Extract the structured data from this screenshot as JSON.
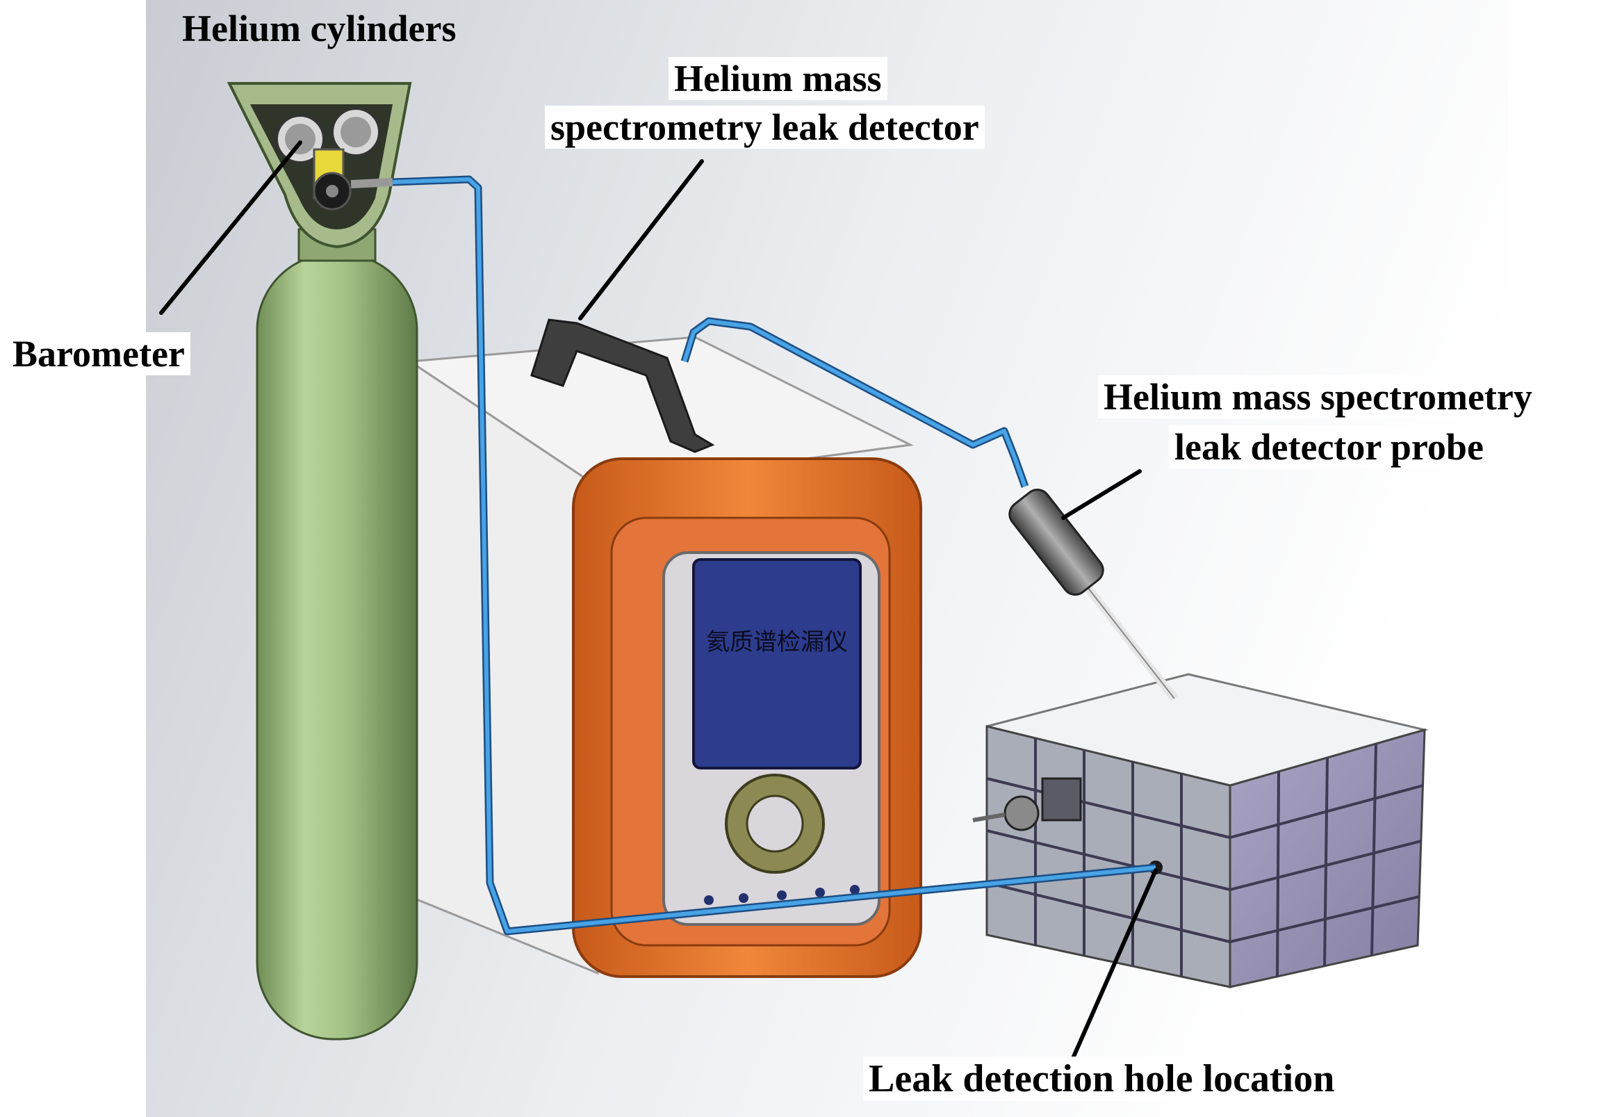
{
  "labels": {
    "helium_cylinders": "Helium cylinders",
    "detector_line1": "Helium mass",
    "detector_line2": "spectrometry leak detector",
    "barometer": "Barometer",
    "probe_line1": "Helium mass spectrometry",
    "probe_line2": "leak detector probe",
    "hole_location": "Leak detection hole location"
  },
  "screen_text": "氦质谱检漏仪",
  "colors": {
    "background_gradient_start": "#c9cdd3",
    "background_gradient_end": "#ffffff",
    "cylinder_green": "#9cba7a",
    "hose_blue": "#2b86d0",
    "frame_orange": "#e07026",
    "screen_navy": "#2d3c8c",
    "box_lavender": "#9a94b4",
    "button_olive": "#8c8a52"
  },
  "icons": [
    "pressure-gauge-icon",
    "valve-icon"
  ]
}
